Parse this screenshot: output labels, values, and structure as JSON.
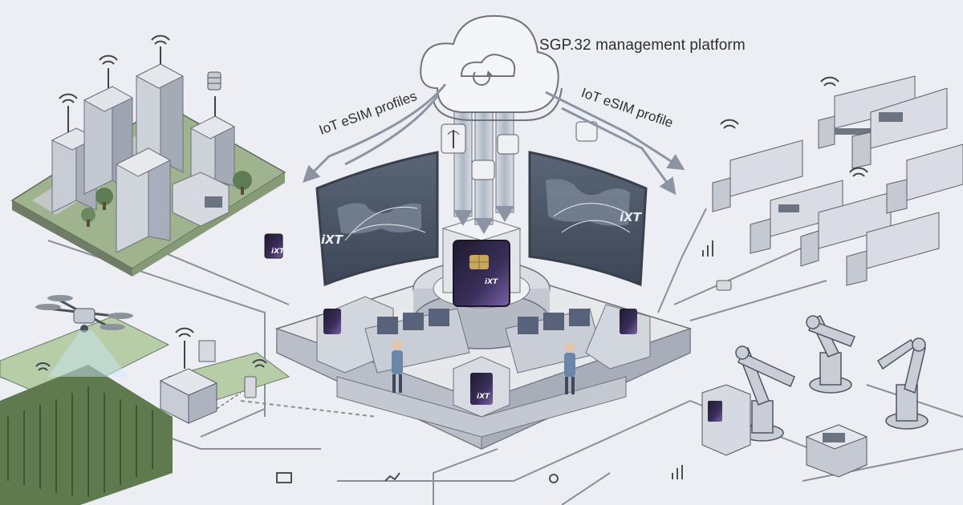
{
  "labels": {
    "platform_title": "SGP.32 management platform",
    "left_flow": "IoT eSIM profiles",
    "right_flow": "IoT eSIM profile"
  },
  "brand": {
    "logo_text": "iXT"
  },
  "scenes": {
    "top_left": "smart-city",
    "bottom_left": "smart-agriculture",
    "top_right": "logistics-fleet",
    "bottom_right": "industrial-robotics",
    "center": "esim-control-hub",
    "top_center": "cloud-platform"
  },
  "colors": {
    "background": "#eceef3",
    "line": "#7b808a",
    "pipe": "#b8c1cf",
    "screen": "#4b5566",
    "field": "#aac79a",
    "card": "#2a2440",
    "card_accent": "#9a7cc9"
  }
}
